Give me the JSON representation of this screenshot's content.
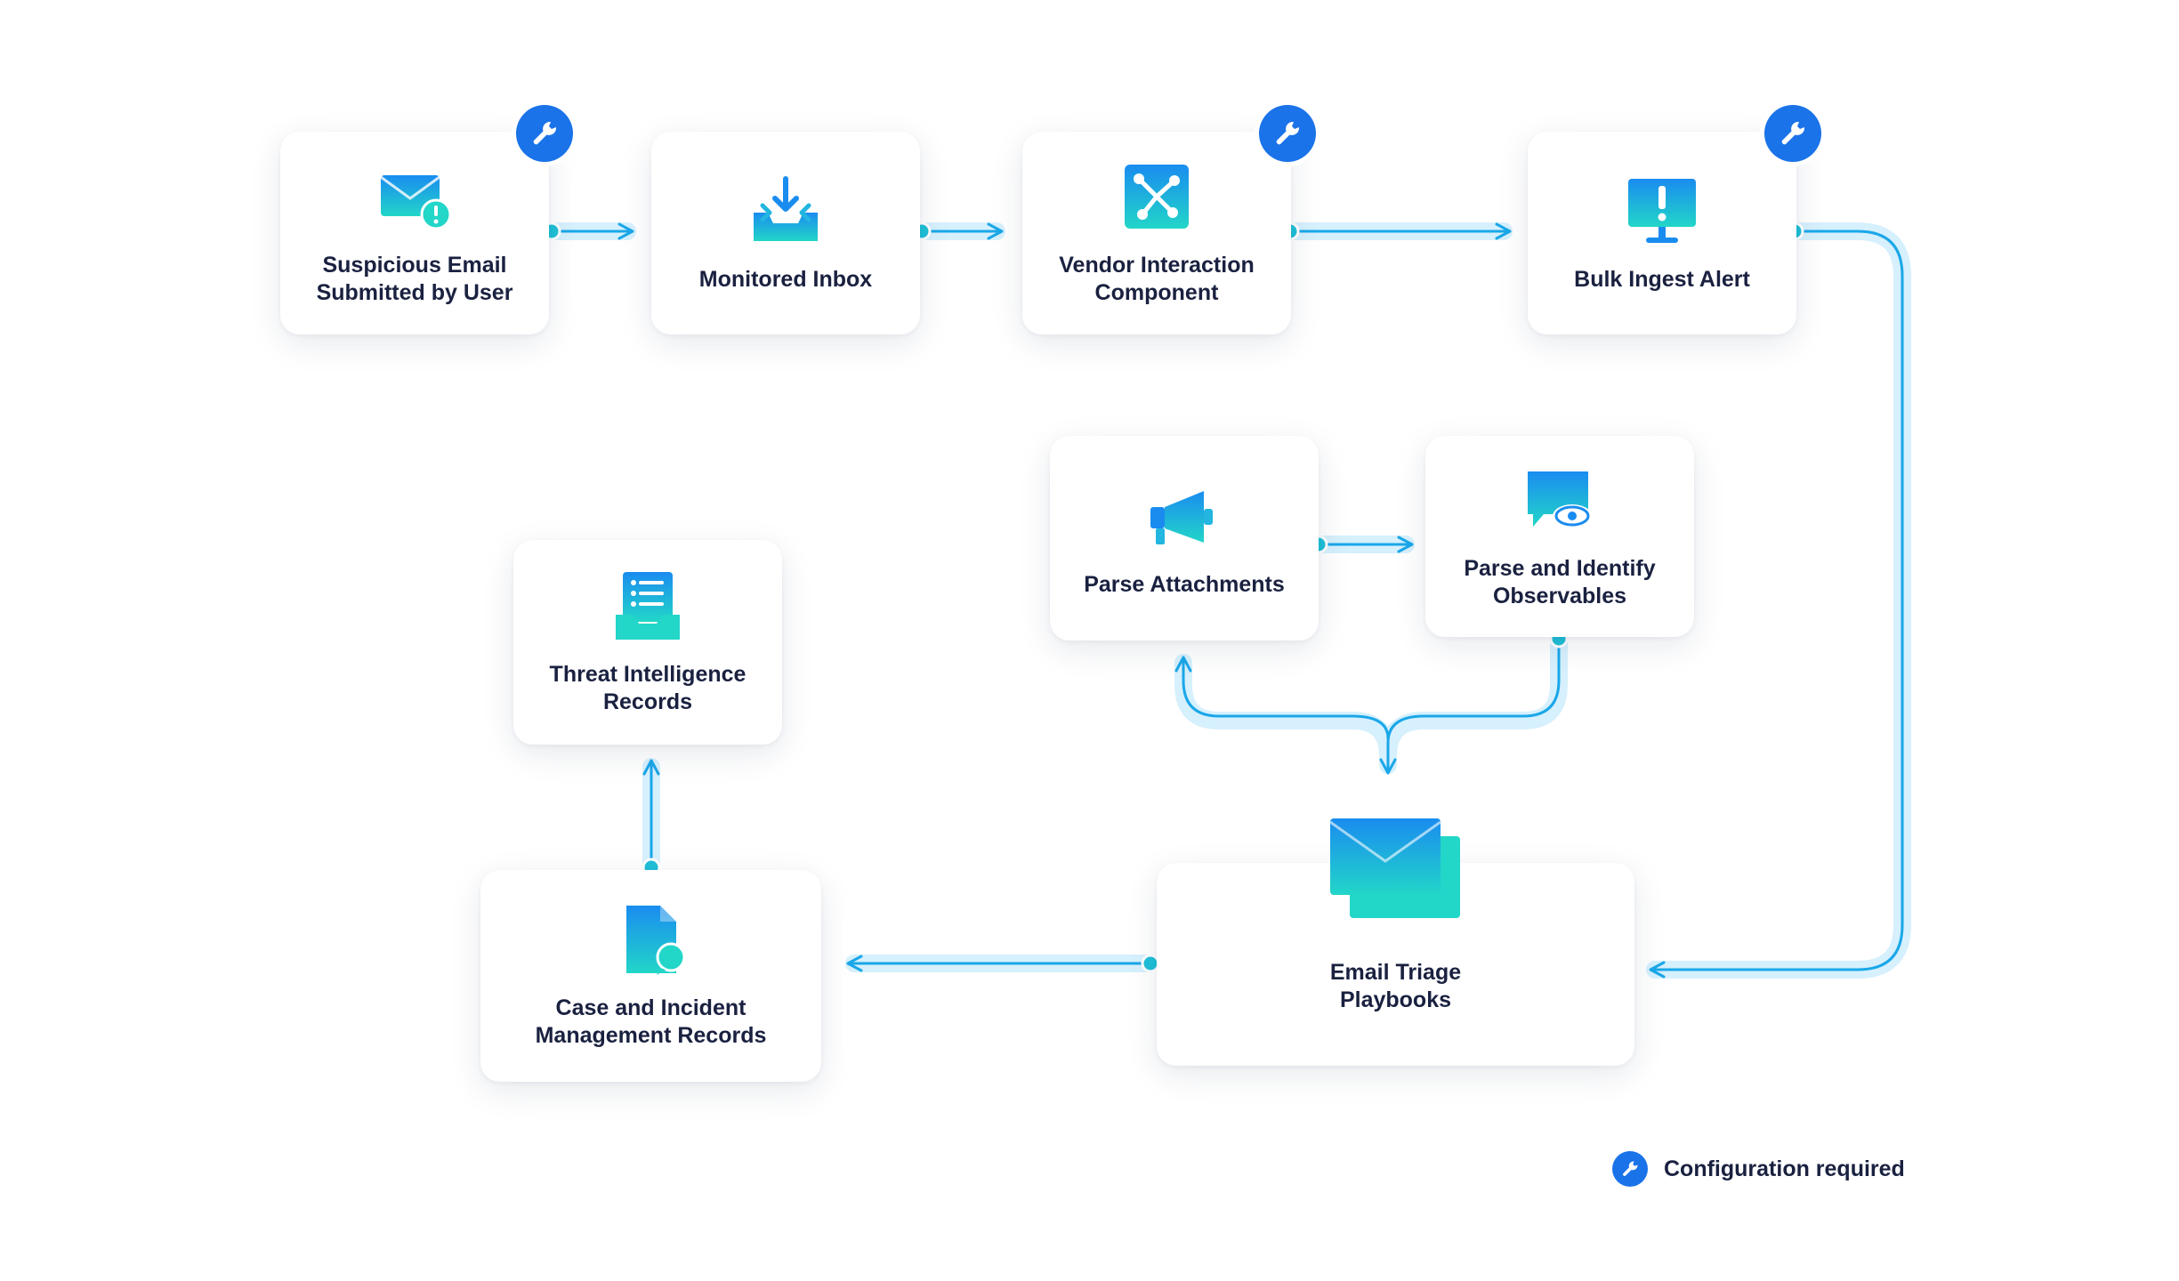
{
  "nodes": {
    "suspicious_email": {
      "label": "Suspicious Email\nSubmitted by User",
      "icon": "envelope-alert-icon"
    },
    "monitored_inbox": {
      "label": "Monitored Inbox",
      "icon": "inbox-download-icon"
    },
    "vendor_interaction": {
      "label": "Vendor Interaction\nComponent",
      "icon": "integration-icon"
    },
    "bulk_ingest": {
      "label": "Bulk Ingest Alert",
      "icon": "monitor-alert-icon"
    },
    "parse_attachments": {
      "label": "Parse Attachments",
      "icon": "megaphone-icon"
    },
    "parse_observables": {
      "label": "Parse and Identify\nObservables",
      "icon": "chat-eye-icon"
    },
    "threat_intel": {
      "label": "Threat Intelligence\nRecords",
      "icon": "records-tray-icon"
    },
    "email_triage": {
      "label": "Email Triage\nPlaybooks",
      "icon": "stacked-envelopes-icon"
    },
    "case_incident": {
      "label": "Case and Incident\nManagement Records",
      "icon": "document-chat-icon"
    }
  },
  "legend": {
    "label": "Configuration required",
    "icon": "wrench-icon"
  },
  "colors": {
    "arrow": "#1aa7e8",
    "arrow_glow": "#d6f0fd",
    "dot": "#20c0d8",
    "badge": "#1a73e8",
    "icon_gradient_top": "#1a8cf0",
    "icon_gradient_bottom": "#22d6c8",
    "text": "#1a2140"
  }
}
